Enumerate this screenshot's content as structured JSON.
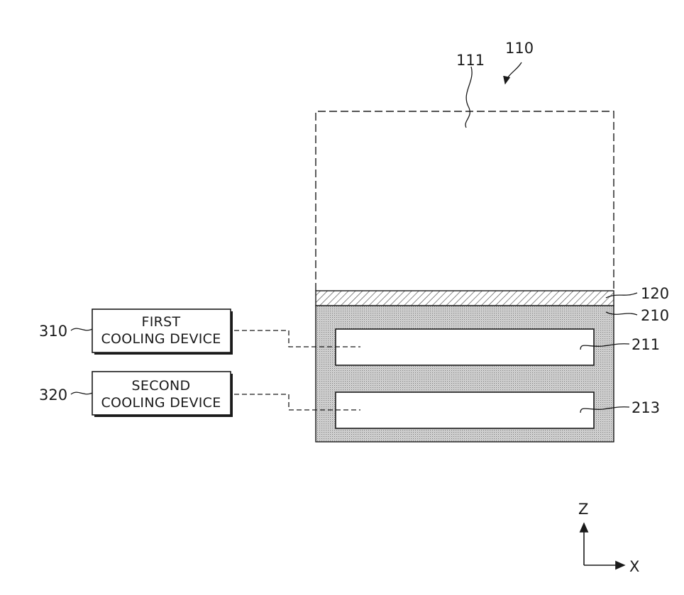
{
  "labels": {
    "chamber_group": "110",
    "chamber_space": "111",
    "layer": "120",
    "block": "210",
    "channel_upper": "211",
    "channel_lower": "213",
    "device_first_ref": "310",
    "device_second_ref": "320"
  },
  "devices": {
    "first": {
      "line1": "FIRST",
      "line2": "COOLING DEVICE"
    },
    "second": {
      "line1": "SECOND",
      "line2": "COOLING DEVICE"
    }
  },
  "axes": {
    "vertical": "Z",
    "horizontal": "X"
  }
}
